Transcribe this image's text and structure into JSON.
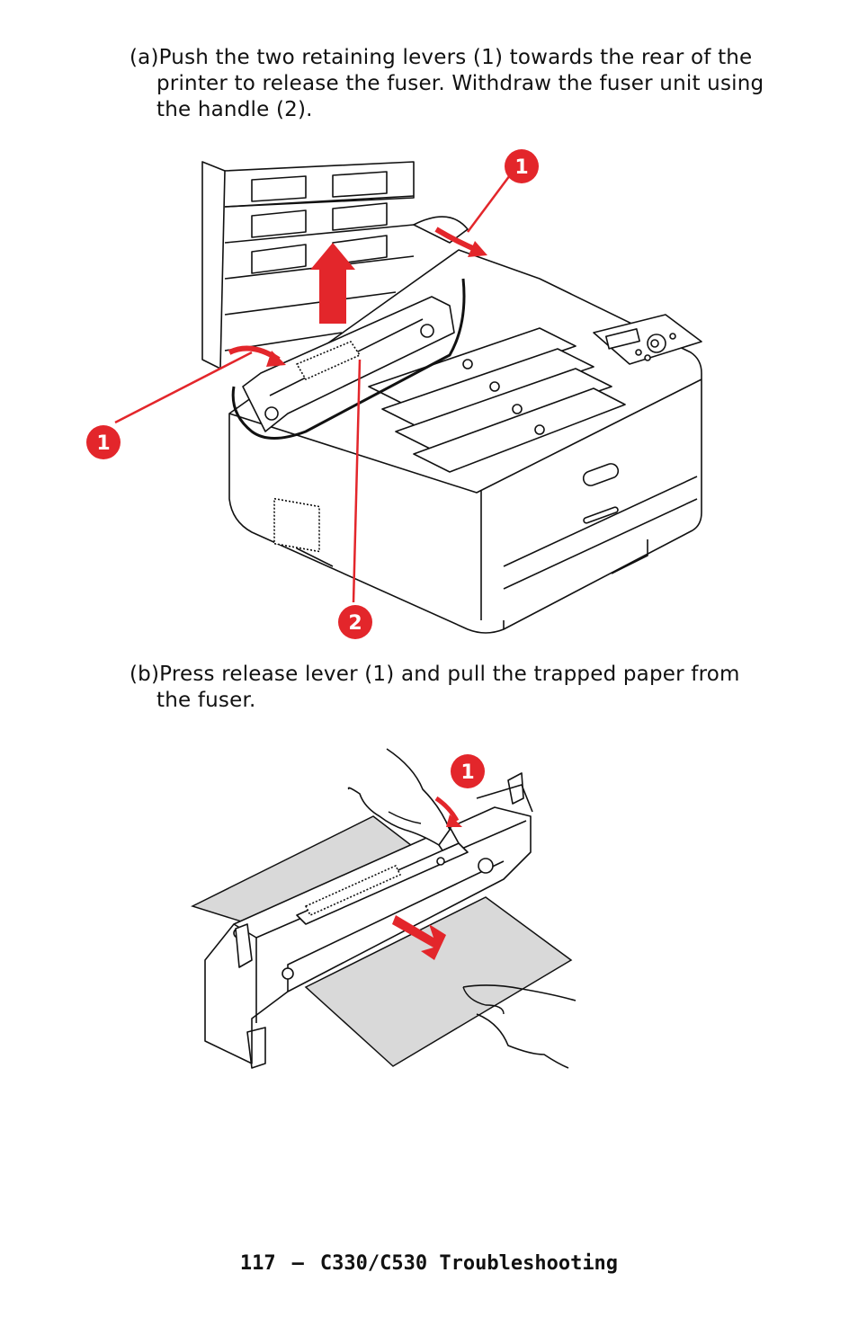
{
  "steps": [
    {
      "label": "(a)",
      "line1": "Push the two retaining levers (1) towards the rear of the",
      "line2": "printer to release the fuser. Withdraw the fuser unit using",
      "line3": "the handle (2)."
    },
    {
      "label": "(b)",
      "line1": "Press release lever (1) and pull the trapped paper from",
      "line2": "the fuser."
    }
  ],
  "figure_a": {
    "callouts": [
      "1",
      "1",
      "2"
    ]
  },
  "figure_b": {
    "callouts": [
      "1"
    ]
  },
  "footer": {
    "page_number": "117",
    "separator": "–",
    "title": "C330/C530 Troubleshooting"
  },
  "colors": {
    "callout_red": "#e3262b",
    "paper_grey": "#d9d9d9",
    "line_black": "#111111"
  }
}
